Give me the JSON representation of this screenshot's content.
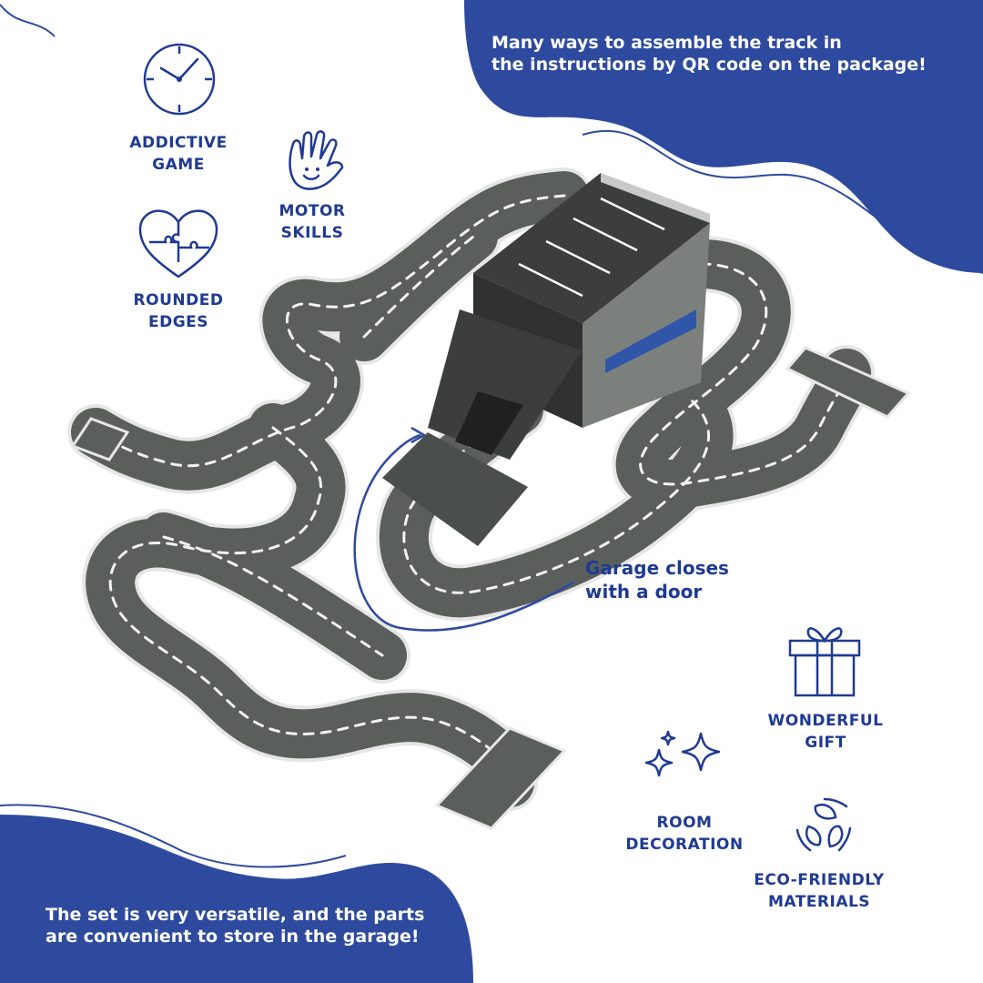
{
  "top_banner": {
    "line1": "Many ways to assemble the track in",
    "line2": "the instructions by QR code on the package!"
  },
  "bottom_banner": {
    "line1": "The set is very versatile, and the parts",
    "line2": "are convenient to store in the garage!"
  },
  "features": {
    "addictive": {
      "line1": "ADDICTIVE",
      "line2": "GAME",
      "icon": "clock-icon"
    },
    "motor": {
      "line1": "MOTOR",
      "line2": "SKILLS",
      "icon": "hand-icon"
    },
    "rounded": {
      "line1": "ROUNDED",
      "line2": "EDGES",
      "icon": "puzzle-heart-icon"
    },
    "gift": {
      "line1": "WONDERFUL",
      "line2": "GIFT",
      "icon": "gift-icon"
    },
    "room": {
      "line1": "ROOM",
      "line2": "DECORATION",
      "icon": "sparkle-icon"
    },
    "eco": {
      "line1": "ECO-FRIENDLY",
      "line2": "MATERIALS",
      "icon": "recycle-leaf-icon"
    }
  },
  "callout": {
    "line1": "Garage closes",
    "line2": "with a door"
  },
  "colors": {
    "brand_blue": "#2e4a9e",
    "text_blue": "#1f3a93",
    "road_gray": "#5a5f5c",
    "road_edge": "#e8e8e8",
    "garage_dark": "#3b3e3c"
  }
}
